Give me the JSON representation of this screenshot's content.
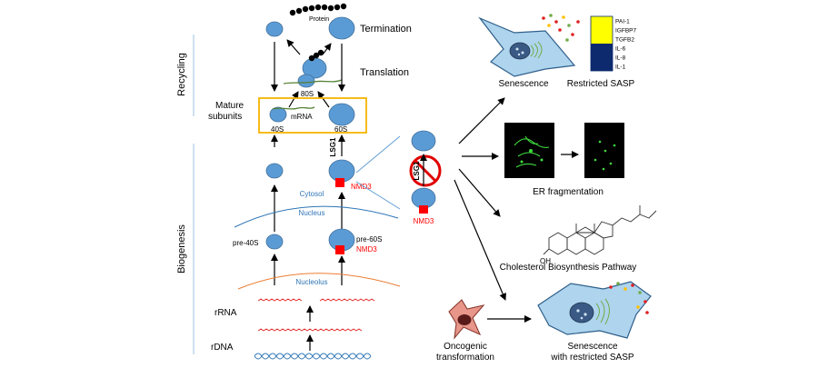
{
  "labels": {
    "protein": "Protein",
    "termination": "Termination",
    "translation": "Translation",
    "eighty_s": "80S",
    "mature_subunits_line1": "Mature",
    "mature_subunits_line2": "subunits",
    "mrna": "mRNA",
    "forty_s": "40S",
    "sixty_s": "60S",
    "lsg1_left": "LSG1",
    "lsg1_center": "LSG1",
    "nmd3_cytosol": "NMD3",
    "nmd3_center": "NMD3",
    "nmd3_nucleus": "NMD3",
    "cytosol": "Cytosol",
    "nucleus": "Nucleus",
    "pre_40s": "pre-40S",
    "pre_60s": "pre-60S",
    "nucleolus": "Nucleolus",
    "rrna": "rRNA",
    "rdna": "rDNA",
    "recycling": "Recycling",
    "biogenesis": "Biogenesis",
    "senescence": "Senescence",
    "restricted_sasp": "Restricted SASP",
    "er_fragmentation": "ER fragmentation",
    "cholesterol_pathway": "Cholesterol Biosynthesis Pathway",
    "oh": "OH",
    "oncogenic_line1": "Oncogenic",
    "oncogenic_line2": "transformation",
    "senescence_bottom_line1": "Senescence",
    "senescence_bottom_line2": "with restricted SASP"
  },
  "heatmap": {
    "rows": [
      "PAI-1",
      "IGFBP7",
      "TGFB2",
      "IL-6",
      "IL-8",
      "IL-1"
    ],
    "levels": [
      "high",
      "high",
      "high",
      "low",
      "low",
      "low"
    ],
    "colors": {
      "high": "#ffff00",
      "low": "#0e2a6e"
    }
  },
  "colors": {
    "subunit": "#5b9bd5",
    "subunit_stroke": "#41719c",
    "nmd3": "#ff0000",
    "mature_box": "#f4b400",
    "compartment_blue": "#2e75b6",
    "nucleolus_orange": "#ed7d31",
    "rrna_red": "#e02020",
    "rdna_blue": "#2e75b6",
    "section_rule": "#9dc3e6",
    "inhibit_red": "#e00000",
    "cell_body": "#aed4ee",
    "onco_cell": "#e8968a"
  }
}
